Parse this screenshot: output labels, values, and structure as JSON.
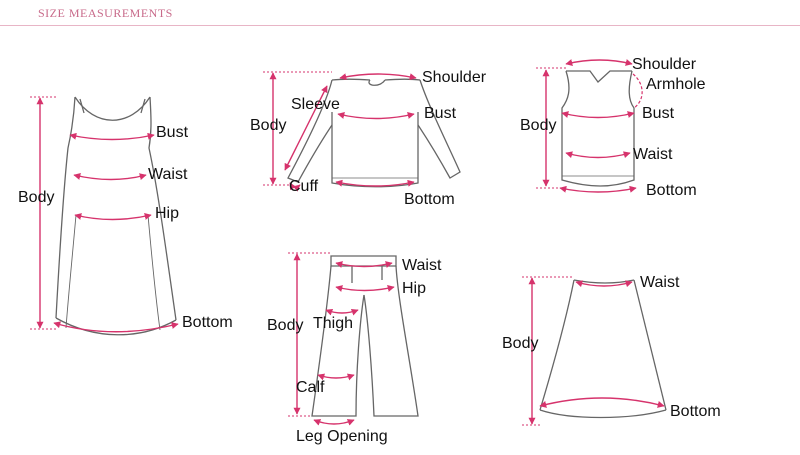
{
  "header": {
    "title": "SIZE MEASUREMENTS"
  },
  "colors": {
    "accent": "#d6336c",
    "outline": "#666666",
    "header": "#c86a8a"
  },
  "dress": {
    "body": "Body",
    "bust": "Bust",
    "waist": "Waist",
    "hip": "Hip",
    "bottom": "Bottom"
  },
  "shirt": {
    "shoulder": "Shoulder",
    "sleeve": "Sleeve",
    "bust": "Bust",
    "body": "Body",
    "cuff": "Cuff",
    "bottom": "Bottom"
  },
  "vest": {
    "shoulder": "Shoulder",
    "armhole": "Armhole",
    "bust": "Bust",
    "body": "Body",
    "waist": "Waist",
    "bottom": "Bottom"
  },
  "pants": {
    "waist": "Waist",
    "hip": "Hip",
    "body": "Body",
    "thigh": "Thigh",
    "calf": "Calf",
    "leg_opening": "Leg Opening"
  },
  "skirt": {
    "waist": "Waist",
    "body": "Body",
    "bottom": "Bottom"
  }
}
